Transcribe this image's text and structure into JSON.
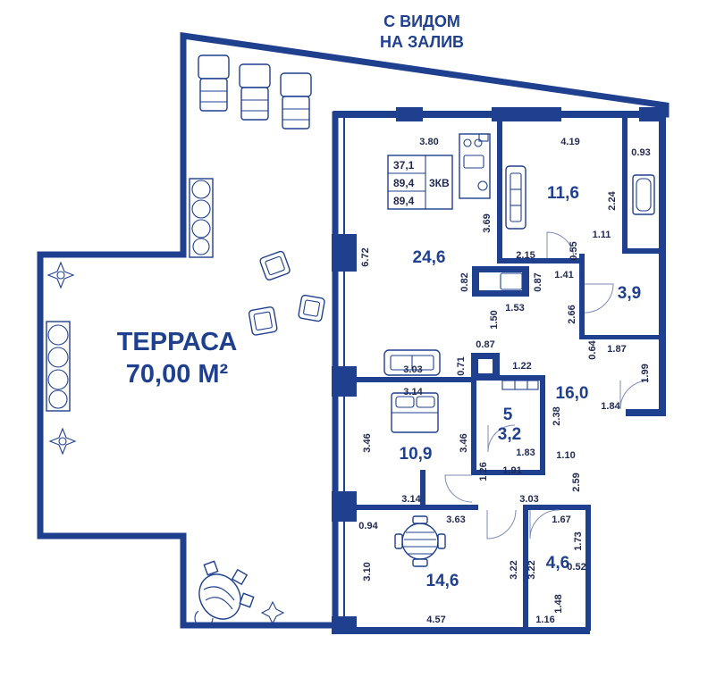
{
  "header": {
    "line1": "С ВИДОМ",
    "line2": "НА ЗАЛИВ"
  },
  "terrace": {
    "label": "ТЕРРАСА",
    "area": "70,00 М²"
  },
  "info_box": {
    "row1": "37,1",
    "row2": "89,4",
    "row3": "89,4",
    "type": "3КВ"
  },
  "rooms": {
    "living": "24,6",
    "bedroom_ne": "11,6",
    "bath_ne": "3,9",
    "hall": "16,0",
    "storage_num": "5",
    "storage_area": "3,2",
    "bedroom_w": "10,9",
    "bedroom_sw": "14,6",
    "bath_s": "4,6"
  },
  "dims": {
    "d380": "3.80",
    "d419": "4.19",
    "d093": "0.93",
    "d224": "2.24",
    "d111": "1.11",
    "d672": "6.72",
    "d369": "3.69",
    "d215": "2.15",
    "d055": "0.55",
    "d141": "1.41",
    "d082": "0.82",
    "d087a": "0.87",
    "d153": "1.53",
    "d266": "2.66",
    "d150": "1.50",
    "d087b": "0.87",
    "d064": "0.64",
    "d187": "1.87",
    "d303a": "3.03",
    "d071": "0.71",
    "d122": "1.22",
    "d199": "1.99",
    "d314a": "3.14",
    "d184": "1.84",
    "d238": "2.38",
    "d346a": "3.46",
    "d346b": "3.46",
    "d183": "1.83",
    "d110": "1.10",
    "d126": "1.26",
    "d191": "1.91",
    "d259": "2.59",
    "d314b": "3.14",
    "d303b": "3.03",
    "d094": "0.94",
    "d363": "3.63",
    "d167": "1.67",
    "d173": "1.73",
    "d310": "3.10",
    "d322a": "3.22",
    "d322b": "3.22",
    "d052": "0.52",
    "d148": "1.48",
    "d457": "4.57",
    "d116": "1.16"
  }
}
